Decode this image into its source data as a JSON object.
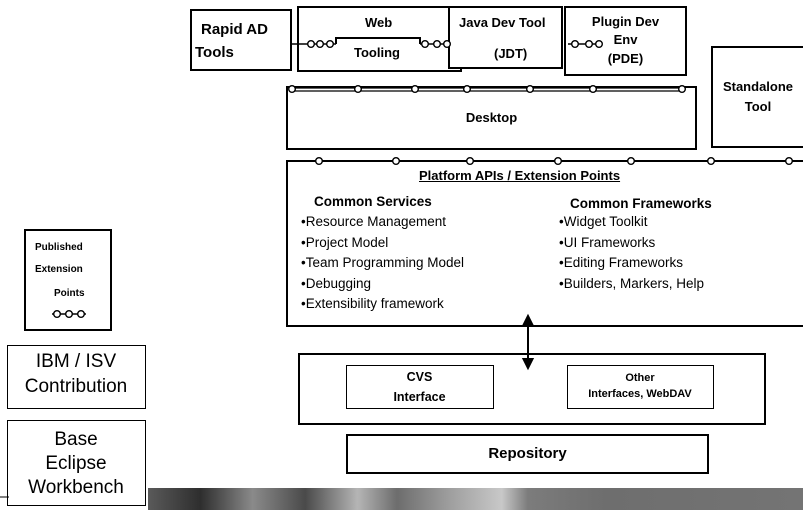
{
  "tools": {
    "rapid_ad": [
      "Rapid AD",
      "Tools"
    ],
    "web_tooling": [
      "Web",
      "Tooling"
    ],
    "jdt": [
      "Java Dev Tool",
      "(JDT)"
    ],
    "pde": [
      "Plugin Dev",
      "Env",
      "(PDE)"
    ],
    "standalone": [
      "Standalone",
      "Tool"
    ]
  },
  "desktop": "Desktop",
  "platform": {
    "title": "Platform APIs / Extension Points",
    "services_heading": "Common Services",
    "services": [
      "Resource Management",
      "Project Model",
      "Team Programming Model",
      "Debugging",
      "Extensibility framework"
    ],
    "frameworks_heading": "Common Frameworks",
    "frameworks": [
      "Widget Toolkit",
      "UI Frameworks",
      "Editing Frameworks",
      "Builders, Markers, Help"
    ]
  },
  "interfaces": {
    "cvs": [
      "CVS",
      "Interface"
    ],
    "other": [
      "Other",
      "Interfaces, WebDAV"
    ]
  },
  "repository": "Repository",
  "legend": {
    "published_ext": [
      "Published",
      "Extension",
      "Points"
    ],
    "ibm_isv": [
      "IBM / ISV",
      "Contribution"
    ],
    "base_eclipse": [
      "Base",
      "Eclipse",
      "Workbench"
    ]
  }
}
